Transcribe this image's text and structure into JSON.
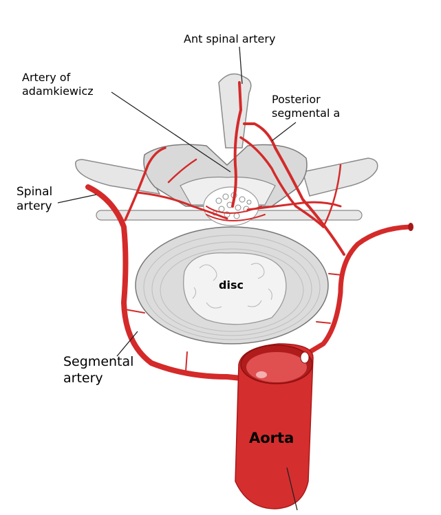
{
  "labels": {
    "ant_spinal_artery": "Ant spinal artery",
    "artery_of_adamkiewicz_line1": "Artery of",
    "artery_of_adamkiewicz_line2": "adamkiewicz",
    "posterior_segmental_line1": "Posterior",
    "posterior_segmental_line2": "segmental a",
    "spinal_artery_line1": "Spinal",
    "spinal_artery_line2": "artery",
    "segmental_artery_line1": "Segmental",
    "segmental_artery_line2": "artery",
    "disc": "disc",
    "aorta": "Aorta"
  },
  "colors": {
    "artery": "#d42a2a",
    "artery_dark": "#a81818",
    "bone": "#d9d9d9",
    "disc_inner": "#f2f2f2"
  }
}
